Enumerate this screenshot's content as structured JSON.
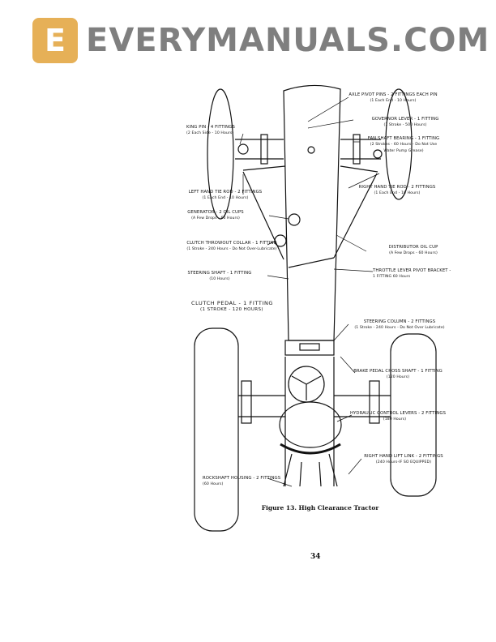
{
  "labels": {
    "axle_pivot": {
      "title": "AXLE PIVOT PINS - 2 FITTINGS EACH PIN",
      "sub": "(1 Each End - 10 Hours)"
    },
    "governor": {
      "title": "GOVERNOR LEVER - 1 FITTING",
      "sub": "(1 Stroke - 500 Hours)"
    },
    "fan_shaft": {
      "title": "FAN SHAFT BEARING - 1 FITTING",
      "sub": "(2 Strokes - 60 Hours - Do Not Use",
      "sub2": "Water Pump Grease)"
    },
    "right_tie_rod": {
      "title": "RIGHT HAND TIE ROD - 2 FITTINGS",
      "sub": "(1 Each End - 10 Hours)"
    },
    "king_pin": {
      "title": "KING PIN - 4 FITTINGS",
      "sub": "(2 Each Side - 10 Hours)"
    },
    "left_tie_rod": {
      "title": "LEFT HAND TIE ROD - 2 FITTINGS",
      "sub": "(1 Each End - 10 Hours)"
    },
    "generator": {
      "title": "GENERATOR - 2 OIL CUPS",
      "sub": "(A Few Drops - 60 Hours)"
    },
    "clutch_collar": {
      "title": "CLUTCH THROWOUT COLLAR - 1 FITTING",
      "sub": "(1 Stroke - 240 Hours - Do Not Over-Lubricate)"
    },
    "steering_shaft": {
      "title": "STEERING SHAFT - 1 FITTING",
      "sub": "(10 Hours)"
    },
    "clutch_pedal": {
      "title": "CLUTCH PEDAL - 1 FITTING",
      "sub": "(1 STROKE - 120 HOURS)"
    },
    "distributor": {
      "title": "DISTRIBUTOR OIL CUP",
      "sub": "(A Few Drops - 60 Hours)"
    },
    "throttle": {
      "title": "THROTTLE LEVER PIVOT BRACKET -",
      "sub": "1 FITTING 60 Hours"
    },
    "steering_column": {
      "title": "STEERING COLUMN - 2 FITTINGS",
      "sub": "(1 Stroke - 240 Hours - Do Not Over Lubricate)"
    },
    "brake_pedal": {
      "title": "BRAKE PEDAL CROSS SHAFT - 1 FITTING",
      "sub": "(120 Hours)"
    },
    "hydraulic": {
      "title": "HYDRAULIC CONTROL LEVERS - 2 FITTINGS",
      "sub": "(180 Hours)"
    },
    "lift_link": {
      "title": "RIGHT HAND LIFT LINK - 2 FITTINGS",
      "sub": "(240 Hours-IF SO EQUIPPED)"
    },
    "rockshaft": {
      "title": "ROCKSHAFT HOUSING - 2 FITTINGS",
      "sub": "(60 Hours)"
    }
  },
  "caption": "Figure 13.   High Clearance Tractor",
  "page_number": "34",
  "watermark": {
    "logo_letter": "E",
    "text": "EVERYMANUALS.COM",
    "color": "#e2a33a"
  }
}
